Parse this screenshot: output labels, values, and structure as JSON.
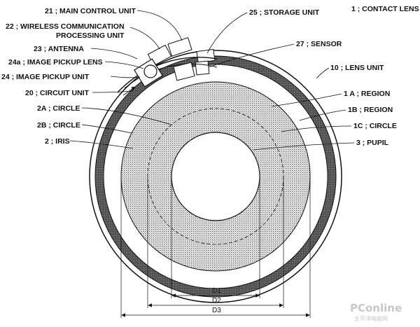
{
  "labels": {
    "contact_lens": "1 ; CONTACT LENS",
    "main_control_unit": "21 ; MAIN CONTROL UNIT",
    "wireless_comm_1": "22 ; WIRELESS COMMUNICATION",
    "wireless_comm_2": "PROCESSING UNIT",
    "antenna": "23 ; ANTENNA",
    "image_pickup_lens": "24a ; IMAGE PICKUP LENS",
    "image_pickup_unit": "24 ; IMAGE PICKUP UNIT",
    "circuit_unit": "20 ; CIRCUIT UNIT",
    "circle_2a": "2A ; CIRCLE",
    "circle_2b": "2B ; CIRCLE",
    "iris": "2 ; IRIS",
    "storage_unit": "25 ; STORAGE UNIT",
    "sensor": "27 ; SENSOR",
    "lens_unit": "10 ; LENS UNIT",
    "region_1a": "1 A ; REGION",
    "region_1b": "1B ; REGION",
    "circle_1c": "1C ; CIRCLE",
    "pupil": "3 ; PUPIL"
  },
  "dimensions": {
    "d1": "D1",
    "d2": "D2",
    "d3": "D3"
  },
  "watermark": {
    "brand": "PConline",
    "sub": "太平洋电脑网"
  }
}
